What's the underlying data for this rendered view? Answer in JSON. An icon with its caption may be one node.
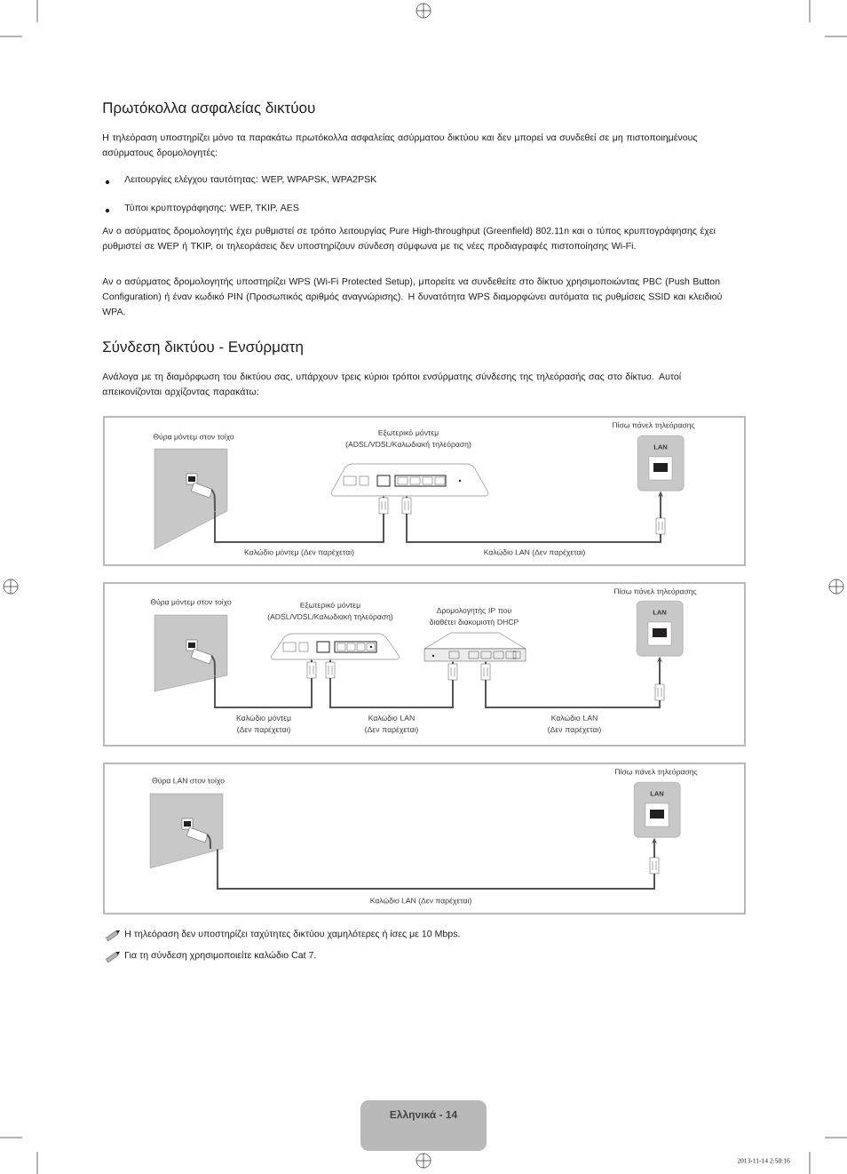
{
  "diagram": {
    "nodes": [
      {
        "text": [],
        "shape": "box"
      },
      {
        "text": [
          "Θύρα μόντεμ στον τοίχο"
        ],
        "in": 0
      },
      {
        "text": [
          "Εξωτερικό μόντεμ (ADSL/VDSL/Καλωδιακή τηλεόραση)"
        ],
        "in": 0
      },
      {
        "text": [
          "Πίσω πάνελ τηλεόρασης",
          "LAN"
        ],
        "in": 0
      },
      {
        "text": [],
        "shape": "box"
      },
      {
        "text": [
          "Θύρα μόντεμ στον τοίχο"
        ],
        "in": 4
      },
      {
        "text": [
          "Εξωτερικό μόντεμ (ADSL/VDSL/Καλωδιακή τηλεόραση)"
        ],
        "in": 4
      },
      {
        "text": [
          "Δρομολογητής IP που διαθέτει διακομιστή DHCP"
        ],
        "in": 4
      },
      {
        "text": [
          "Πίσω πάνελ τηλεόρασης",
          "LAN"
        ],
        "in": 4
      },
      {
        "text": [],
        "shape": "box"
      },
      {
        "text": [
          "Θύρα LAN στον τοίχο"
        ],
        "in": 9
      },
      {
        "text": [
          "Πίσω πάνελ τηλεόρασης",
          "LAN"
        ],
        "in": 9
      }
    ],
    "edges": [
      {
        "from": 1,
        "to": 2,
        "arrow": "none",
        "label": "Καλώδιο μόντεμ (Δεν παρέχεται)"
      },
      {
        "from": 2,
        "to": 3,
        "arrow": "to",
        "label": "Καλώδιο LAN (Δεν παρέχεται)"
      },
      {
        "from": 5,
        "to": 6,
        "arrow": "none",
        "label": "Καλώδιο μόντεμ (Δεν παρέχεται)"
      },
      {
        "from": 6,
        "to": 7,
        "arrow": "none",
        "label": "Καλώδιο LAN (Δεν παρέχεται)"
      },
      {
        "from": 7,
        "to": 8,
        "arrow": "to",
        "label": "Καλώδιο LAN (Δεν παρέχεται)"
      },
      {
        "from": 10,
        "to": 11,
        "arrow": "to",
        "label": "Καλώδιο LAN (Δεν παρέχεται)"
      }
    ],
    "labels": [
      "Πρωτόκολλα ασφαλείας δικτύου",
      "Η τηλεόραση υποστηρίζει μόνο τα παρακάτω πρωτόκολλα ασφαλείας ασύρματου δικτύου και δεν μπορεί να συνδεθεί σε μη πιστοποιημένους ασύρματους δρομολογητές:",
      "Λειτουργίες ελέγχου ταυτότητας: WEP, WPAPSK, WPA2PSK",
      "Τύποι κρυπτογράφησης: WEP, TKIP, AES",
      "Αν ο ασύρματος δρομολογητής έχει ρυθμιστεί σε τρόπο λειτουργίας Pure High-throughput (Greenfield) 802.11n και ο τύπος κρυπτογράφησης έχει ρυθμιστεί σε WEP ή TKIP, οι τηλεοράσεις δεν υποστηρίζουν σύνδεση σύμφωνα με τις νέες προδιαγραφές πιστοποίησης Wi-Fi.",
      "Αν ο ασύρματος δρομολογητής υποστηρίζει WPS (Wi-Fi Protected Setup), μπορείτε να συνδεθείτε στο δίκτυο χρησιμοποιώντας PBC (Push Button Configuration) ή έναν κωδικό PIN (Προσωπικός αριθμός αναγνώρισης). Η δυνατότητα WPS διαμορφώνει αυτόματα τις ρυθμίσεις SSID και κλειδιού WPA.",
      "Σύνδεση δικτύου - Ενσύρματη",
      "Ανάλογα με τη διαμόρφωση του δικτύου σας, υπάρχουν τρεις κύριοι τρόποι ενσύρματης σύνδεσης της τηλεόρασής σας στο δίκτυο. Αυτοί απεικονίζονται αρχίζοντας παρακάτω:",
      "Η τηλεόραση δεν υποστηρίζει ταχύτητες δικτύου χαμηλότερες ή ίσες με 10 Mbps.",
      "Για τη σύνδεση χρησιμοποιείτε καλώδιο Cat 7.",
      "Ελληνικά - 14",
      "2013-11-14 2:58:16"
    ]
  }
}
